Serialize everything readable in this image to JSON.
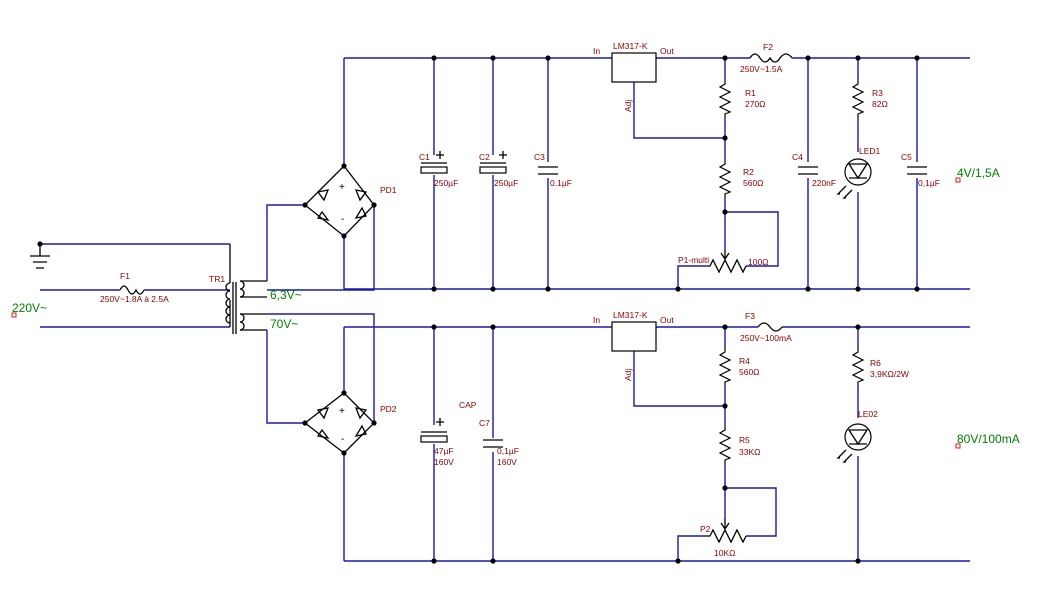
{
  "input": {
    "voltage": "220V~"
  },
  "fuses": {
    "f1": {
      "name": "F1",
      "value": "250V~1.8A à 2.5A"
    },
    "f2": {
      "name": "F2",
      "value": "250V~1.5A"
    },
    "f3": {
      "name": "F3",
      "value": "250V~100mA"
    }
  },
  "transformer": {
    "name": "TR1",
    "secondary_low": "6,3V~",
    "secondary_high": "70V~"
  },
  "bridges": {
    "pd1": "PD1",
    "pd2": "PD2"
  },
  "regulators": {
    "u1": {
      "name": "LM317-K",
      "in": "In",
      "out": "Out",
      "adj": "Adj"
    },
    "u2": {
      "name": "LM317-K",
      "in": "In",
      "out": "Out",
      "adj": "Adj"
    }
  },
  "capacitors": {
    "c1": {
      "name": "C1",
      "value": "250µF"
    },
    "c2": {
      "name": "C2",
      "value": "250µF"
    },
    "c3": {
      "name": "C3",
      "value": "0.1µF"
    },
    "c4": {
      "name": "C4",
      "value": "220nF"
    },
    "c5": {
      "name": "C5",
      "value": "0,1µF"
    },
    "cap": {
      "name": "CAP",
      "value1": "47µF",
      "value2": "160V"
    },
    "c7": {
      "name": "C7",
      "value1": "0,1µF",
      "value2": "160V"
    }
  },
  "resistors": {
    "r1": {
      "name": "R1",
      "value": "270Ω"
    },
    "r2": {
      "name": "R2",
      "value": "560Ω"
    },
    "r3": {
      "name": "R3",
      "value": "82Ω"
    },
    "r4": {
      "name": "R4",
      "value": "560Ω"
    },
    "r5": {
      "name": "R5",
      "value": "33KΩ"
    },
    "r6": {
      "name": "R6",
      "value": "3,9KΩ/2W"
    }
  },
  "pots": {
    "p1": {
      "name": "P1-multi",
      "value": "100Ω"
    },
    "p2": {
      "name": "P2",
      "value": "10KΩ"
    }
  },
  "leds": {
    "led1": "LED1",
    "led2": "LE02"
  },
  "outputs": {
    "out1": "4V/1,5A",
    "out2": "80V/100mA"
  }
}
